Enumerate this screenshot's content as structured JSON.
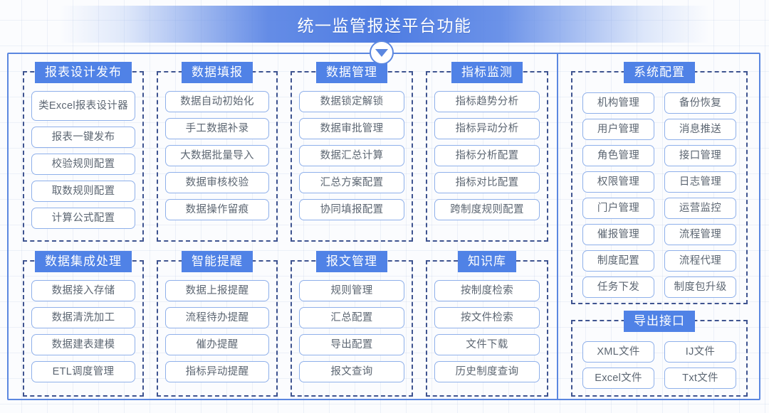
{
  "header": {
    "title": "统一监管报送平台功能",
    "badge_icon": "chevron-down-icon"
  },
  "colors": {
    "accent": "#5082e6",
    "panel_border": "#3f5490",
    "item_border": "#8fb0ea",
    "item_text": "#5c6672",
    "container_border": "#5b87e0",
    "background": "#fbfcfe"
  },
  "panels": [
    {
      "title": "报表设计发布",
      "layout": "single",
      "items": [
        "类Excel报表设计器",
        "报表一键发布",
        "校验规则配置",
        "取数规则配置",
        "计算公式配置"
      ]
    },
    {
      "title": "数据填报",
      "layout": "single",
      "items": [
        "数据自动初始化",
        "手工数据补录",
        "大数据批量导入",
        "数据审核校验",
        "数据操作留痕"
      ]
    },
    {
      "title": "数据管理",
      "layout": "single",
      "items": [
        "数据锁定解锁",
        "数据审批管理",
        "数据汇总计算",
        "汇总方案配置",
        "协同填报配置"
      ]
    },
    {
      "title": "指标监测",
      "layout": "single",
      "items": [
        "指标趋势分析",
        "指标异动分析",
        "指标分析配置",
        "指标对比配置",
        "跨制度规则配置"
      ]
    },
    {
      "title": "数据集成处理",
      "layout": "single",
      "items": [
        "数据接入存储",
        "数据清洗加工",
        "数据建表建模",
        "ETL调度管理"
      ]
    },
    {
      "title": "智能提醒",
      "layout": "single",
      "items": [
        "数据上报提醒",
        "流程待办提醒",
        "催办提醒",
        "指标异动提醒"
      ]
    },
    {
      "title": "报文管理",
      "layout": "single",
      "items": [
        "规则管理",
        "汇总配置",
        "导出配置",
        "报文查询"
      ]
    },
    {
      "title": "知识库",
      "layout": "single",
      "items": [
        "按制度检索",
        "按文件检索",
        "文件下载",
        "历史制度查询"
      ]
    },
    {
      "title": "系统配置",
      "layout": "grid2",
      "items": [
        "机构管理",
        "备份恢复",
        "用户管理",
        "消息推送",
        "角色管理",
        "接口管理",
        "权限管理",
        "日志管理",
        "门户管理",
        "运营监控",
        "催报管理",
        "流程管理",
        "制度配置",
        "流程代理",
        "任务下发",
        "制度包升级"
      ]
    },
    {
      "title": "导出接口",
      "layout": "grid2",
      "items": [
        "XML文件",
        "IJ文件",
        "Excel文件",
        "Txt文件"
      ]
    }
  ]
}
